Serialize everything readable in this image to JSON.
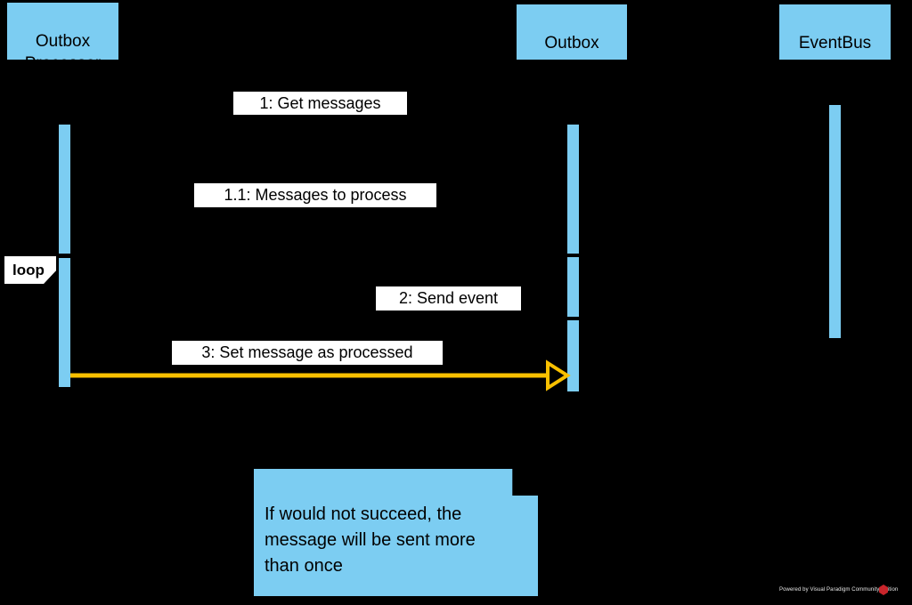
{
  "actors": [
    {
      "label": "Outbox\nProcessor"
    },
    {
      "label": "Outbox"
    },
    {
      "label": "EventBus"
    }
  ],
  "messages": [
    {
      "label": "1: Get messages"
    },
    {
      "label": "1.1: Messages to process"
    },
    {
      "label": "2: Send event"
    },
    {
      "label": "3: Set message as processed"
    }
  ],
  "fragment": {
    "operator": "loop"
  },
  "note": {
    "text": "If would not succeed, the\nmessage will be sent more\nthan once"
  },
  "watermark": {
    "label": "Powered by Visual Paradigm Community Edition"
  },
  "colors": {
    "background": "#000000",
    "node_fill": "#7CCDF2",
    "arrow_yellow": "#F9C000",
    "label_background": "#FFFFFF",
    "text": "#000000",
    "logo_red": "#C9252B"
  }
}
